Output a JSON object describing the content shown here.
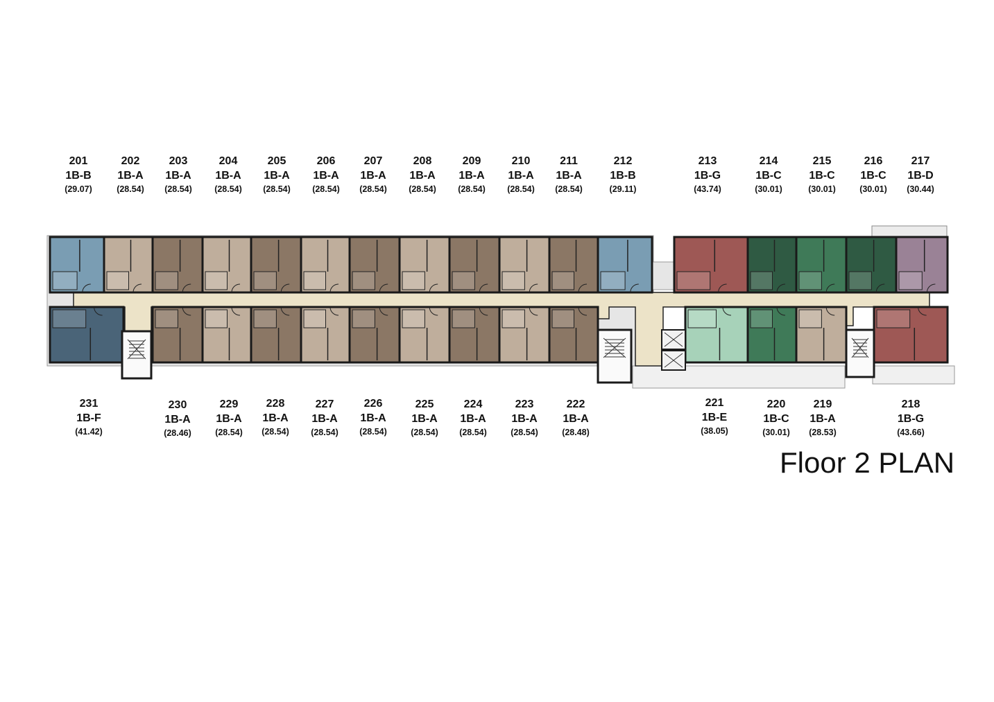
{
  "title": "Floor 2 PLAN",
  "colors": {
    "1B-A": [
      "#8b7765",
      "#bfae9c"
    ],
    "1B-B": "#7a9db3",
    "1B-C": [
      "#3f7a58",
      "#2f5a43"
    ],
    "1B-D": "#9a8296",
    "1B-E": "#a7d2b9",
    "1B-F": "#4a6478",
    "1B-G": "#9e5855",
    "corridor": "#ece3c8",
    "wall": "#1a1a1a"
  },
  "top_units": [
    {
      "number": "201",
      "type": "1B-B",
      "area": "(29.07)"
    },
    {
      "number": "202",
      "type": "1B-A",
      "area": "(28.54)"
    },
    {
      "number": "203",
      "type": "1B-A",
      "area": "(28.54)"
    },
    {
      "number": "204",
      "type": "1B-A",
      "area": "(28.54)"
    },
    {
      "number": "205",
      "type": "1B-A",
      "area": "(28.54)"
    },
    {
      "number": "206",
      "type": "1B-A",
      "area": "(28.54)"
    },
    {
      "number": "207",
      "type": "1B-A",
      "area": "(28.54)"
    },
    {
      "number": "208",
      "type": "1B-A",
      "area": "(28.54)"
    },
    {
      "number": "209",
      "type": "1B-A",
      "area": "(28.54)"
    },
    {
      "number": "210",
      "type": "1B-A",
      "area": "(28.54)"
    },
    {
      "number": "211",
      "type": "1B-A",
      "area": "(28.54)"
    },
    {
      "number": "212",
      "type": "1B-B",
      "area": "(29.11)"
    },
    {
      "number": "213",
      "type": "1B-G",
      "area": "(43.74)"
    },
    {
      "number": "214",
      "type": "1B-C",
      "area": "(30.01)"
    },
    {
      "number": "215",
      "type": "1B-C",
      "area": "(30.01)"
    },
    {
      "number": "216",
      "type": "1B-C",
      "area": "(30.01)"
    },
    {
      "number": "217",
      "type": "1B-D",
      "area": "(30.44)"
    }
  ],
  "bottom_units": [
    {
      "number": "231",
      "type": "1B-F",
      "area": "(41.42)"
    },
    {
      "number": "230",
      "type": "1B-A",
      "area": "(28.46)"
    },
    {
      "number": "229",
      "type": "1B-A",
      "area": "(28.54)"
    },
    {
      "number": "228",
      "type": "1B-A",
      "area": "(28.54)"
    },
    {
      "number": "227",
      "type": "1B-A",
      "area": "(28.54)"
    },
    {
      "number": "226",
      "type": "1B-A",
      "area": "(28.54)"
    },
    {
      "number": "225",
      "type": "1B-A",
      "area": "(28.54)"
    },
    {
      "number": "224",
      "type": "1B-A",
      "area": "(28.54)"
    },
    {
      "number": "223",
      "type": "1B-A",
      "area": "(28.54)"
    },
    {
      "number": "222",
      "type": "1B-A",
      "area": "(28.48)"
    },
    {
      "number": "221",
      "type": "1B-E",
      "area": "(38.05)"
    },
    {
      "number": "220",
      "type": "1B-C",
      "area": "(30.01)"
    },
    {
      "number": "219",
      "type": "1B-A",
      "area": "(28.53)"
    },
    {
      "number": "218",
      "type": "1B-G",
      "area": "(43.66)"
    }
  ]
}
